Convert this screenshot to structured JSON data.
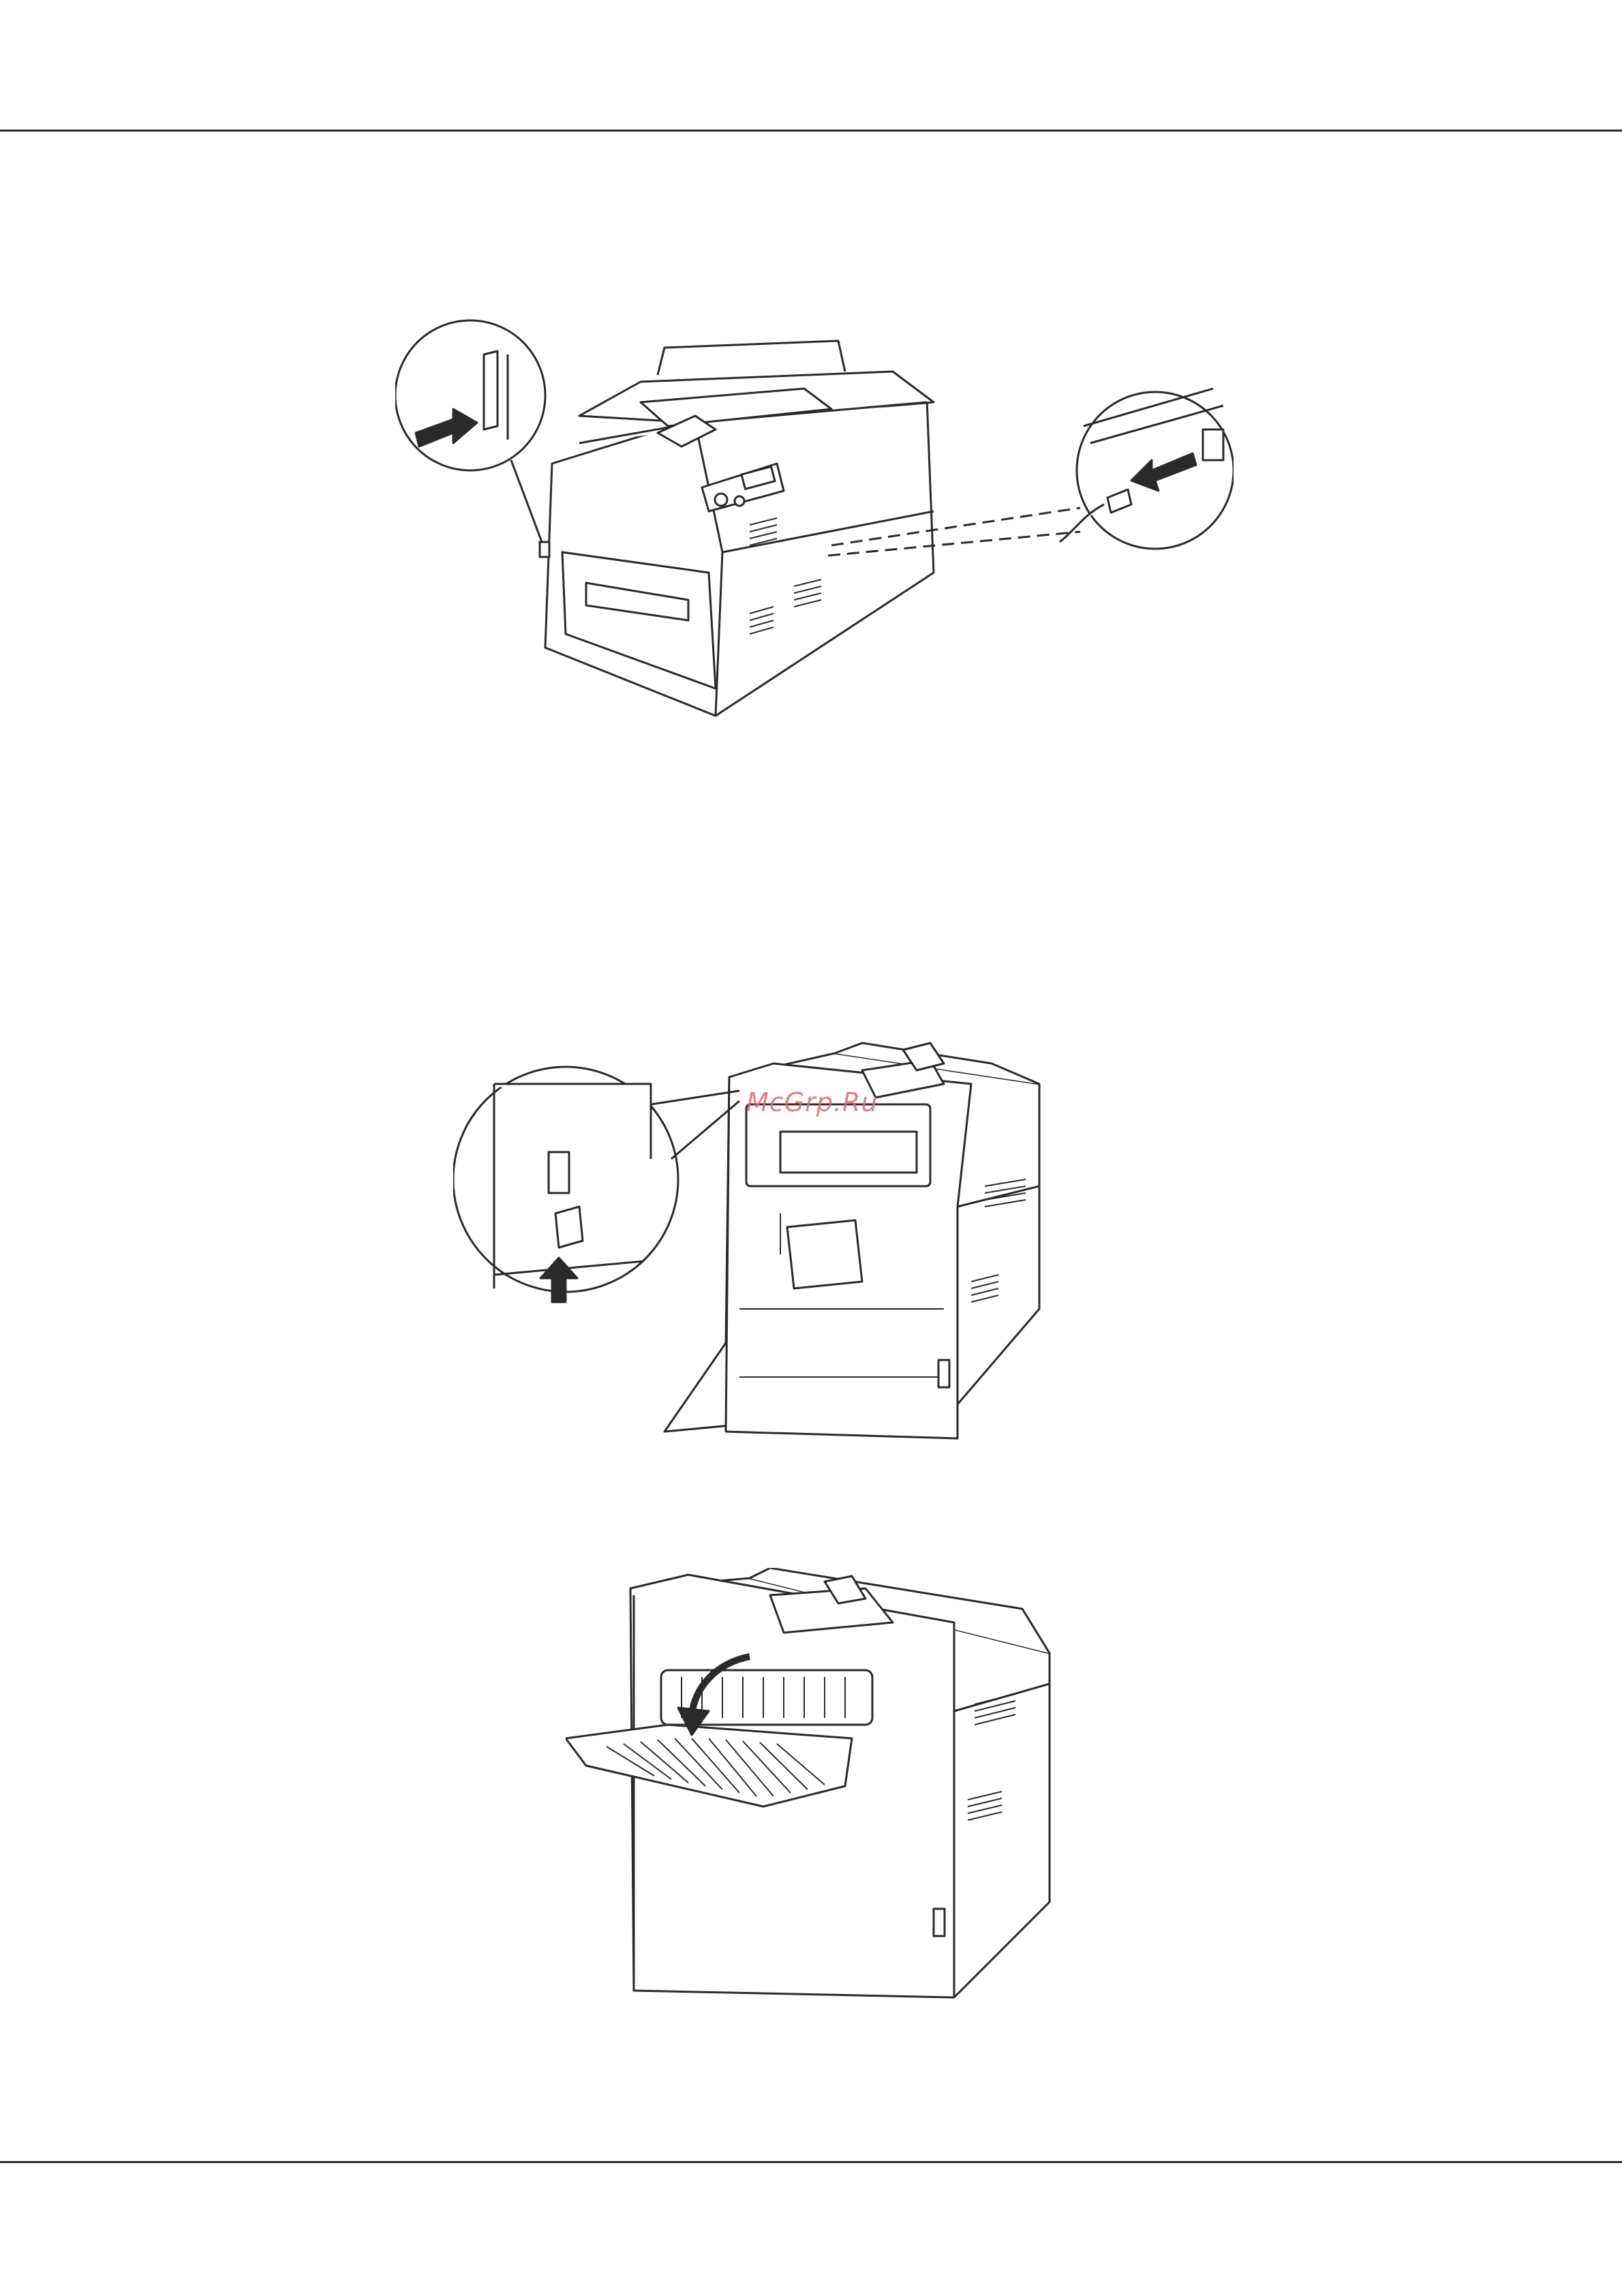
{
  "document": {
    "watermark": "McGrp.Ru",
    "figures": [
      {
        "icon": "printer-front-power-switch-and-power-cord"
      },
      {
        "icon": "printer-rear-lever-up"
      },
      {
        "icon": "printer-rear-cover-open"
      }
    ]
  },
  "colors": {
    "line": "#2a2a2a",
    "fill": "#ffffff",
    "watermark": "#e06a6a"
  }
}
